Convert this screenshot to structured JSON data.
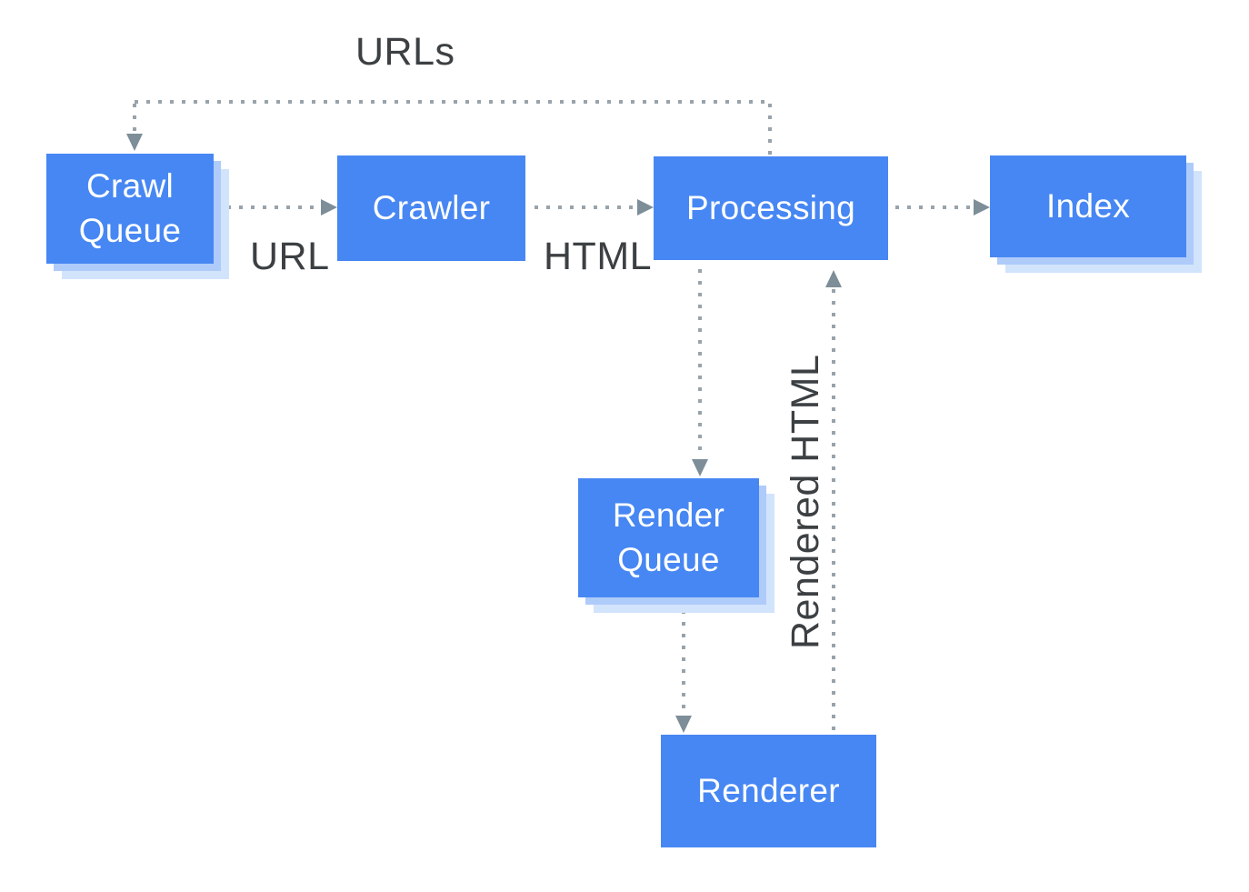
{
  "diagram": {
    "nodes": {
      "crawl_queue": {
        "label": "Crawl Queue"
      },
      "crawler": {
        "label": "Crawler"
      },
      "processing": {
        "label": "Processing"
      },
      "index": {
        "label": "Index"
      },
      "render_queue": {
        "label": "Render Queue"
      },
      "renderer": {
        "label": "Renderer"
      }
    },
    "edges": [
      {
        "from": "processing",
        "to": "crawl-queue",
        "label": "URLs",
        "style": "dotted"
      },
      {
        "from": "crawl-queue",
        "to": "crawler",
        "label": "URL",
        "style": "dotted"
      },
      {
        "from": "crawler",
        "to": "processing",
        "label": "HTML",
        "style": "dotted"
      },
      {
        "from": "processing",
        "to": "index",
        "label": "",
        "style": "dotted"
      },
      {
        "from": "processing",
        "to": "render-queue",
        "label": "",
        "style": "dotted"
      },
      {
        "from": "render-queue",
        "to": "renderer",
        "label": "",
        "style": "dotted"
      },
      {
        "from": "renderer",
        "to": "processing",
        "label": "Rendered HTML",
        "style": "dotted"
      }
    ],
    "colors": {
      "node_fill": "#4787f3",
      "node_text": "#ffffff",
      "shadow_mid": "#aecbfa",
      "shadow_light": "#d2e3fc",
      "dot": "#98a3ab",
      "arrow": "#7d8e99",
      "label_text": "#3c4043",
      "bg": "#ffffff"
    }
  }
}
